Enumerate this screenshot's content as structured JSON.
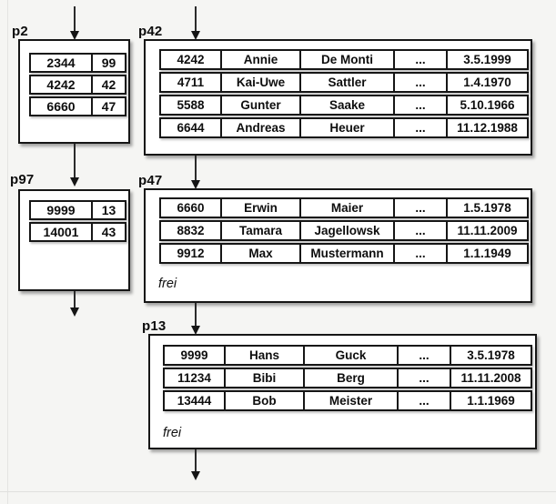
{
  "diagram": {
    "description": "index-and-data-page-chain",
    "colors": {
      "background": "#f5f5f3",
      "box_background": "#ffffff",
      "border": "#161616",
      "arrow": "#151515",
      "frame_line": "#e1e1df"
    },
    "links": [
      {
        "from": "above",
        "to": "p2"
      },
      {
        "from": "above",
        "to": "p42"
      },
      {
        "from": "p2",
        "to": "p97"
      },
      {
        "from": "p42",
        "to": "p47"
      },
      {
        "from": "p97",
        "to": "below"
      },
      {
        "from": "p47",
        "to": "p13"
      },
      {
        "from": "p13",
        "to": "below"
      }
    ]
  },
  "boxes": {
    "p2": {
      "label": "p2",
      "rows": [
        [
          "2344",
          "99"
        ],
        [
          "4242",
          "42"
        ],
        [
          "6660",
          "47"
        ]
      ]
    },
    "p97": {
      "label": "p97",
      "rows": [
        [
          "9999",
          "13"
        ],
        [
          "14001",
          "43"
        ]
      ]
    },
    "p42": {
      "label": "p42",
      "rows": [
        [
          "4242",
          "Annie",
          "De Monti",
          "...",
          "3.5.1999"
        ],
        [
          "4711",
          "Kai-Uwe",
          "Sattler",
          "...",
          "1.4.1970"
        ],
        [
          "5588",
          "Gunter",
          "Saake",
          "...",
          "5.10.1966"
        ],
        [
          "6644",
          "Andreas",
          "Heuer",
          "...",
          "11.12.1988"
        ]
      ]
    },
    "p47": {
      "label": "p47",
      "rows": [
        [
          "6660",
          "Erwin",
          "Maier",
          "...",
          "1.5.1978"
        ],
        [
          "8832",
          "Tamara",
          "Jagellowsk",
          "...",
          "11.11.2009"
        ],
        [
          "9912",
          "Max",
          "Mustermann",
          "...",
          "1.1.1949"
        ]
      ],
      "free_label": "frei"
    },
    "p13": {
      "label": "p13",
      "rows": [
        [
          "9999",
          "Hans",
          "Guck",
          "...",
          "3.5.1978"
        ],
        [
          "11234",
          "Bibi",
          "Berg",
          "...",
          "11.11.2008"
        ],
        [
          "13444",
          "Bob",
          "Meister",
          "...",
          "1.1.1969"
        ]
      ],
      "free_label": "frei"
    }
  }
}
